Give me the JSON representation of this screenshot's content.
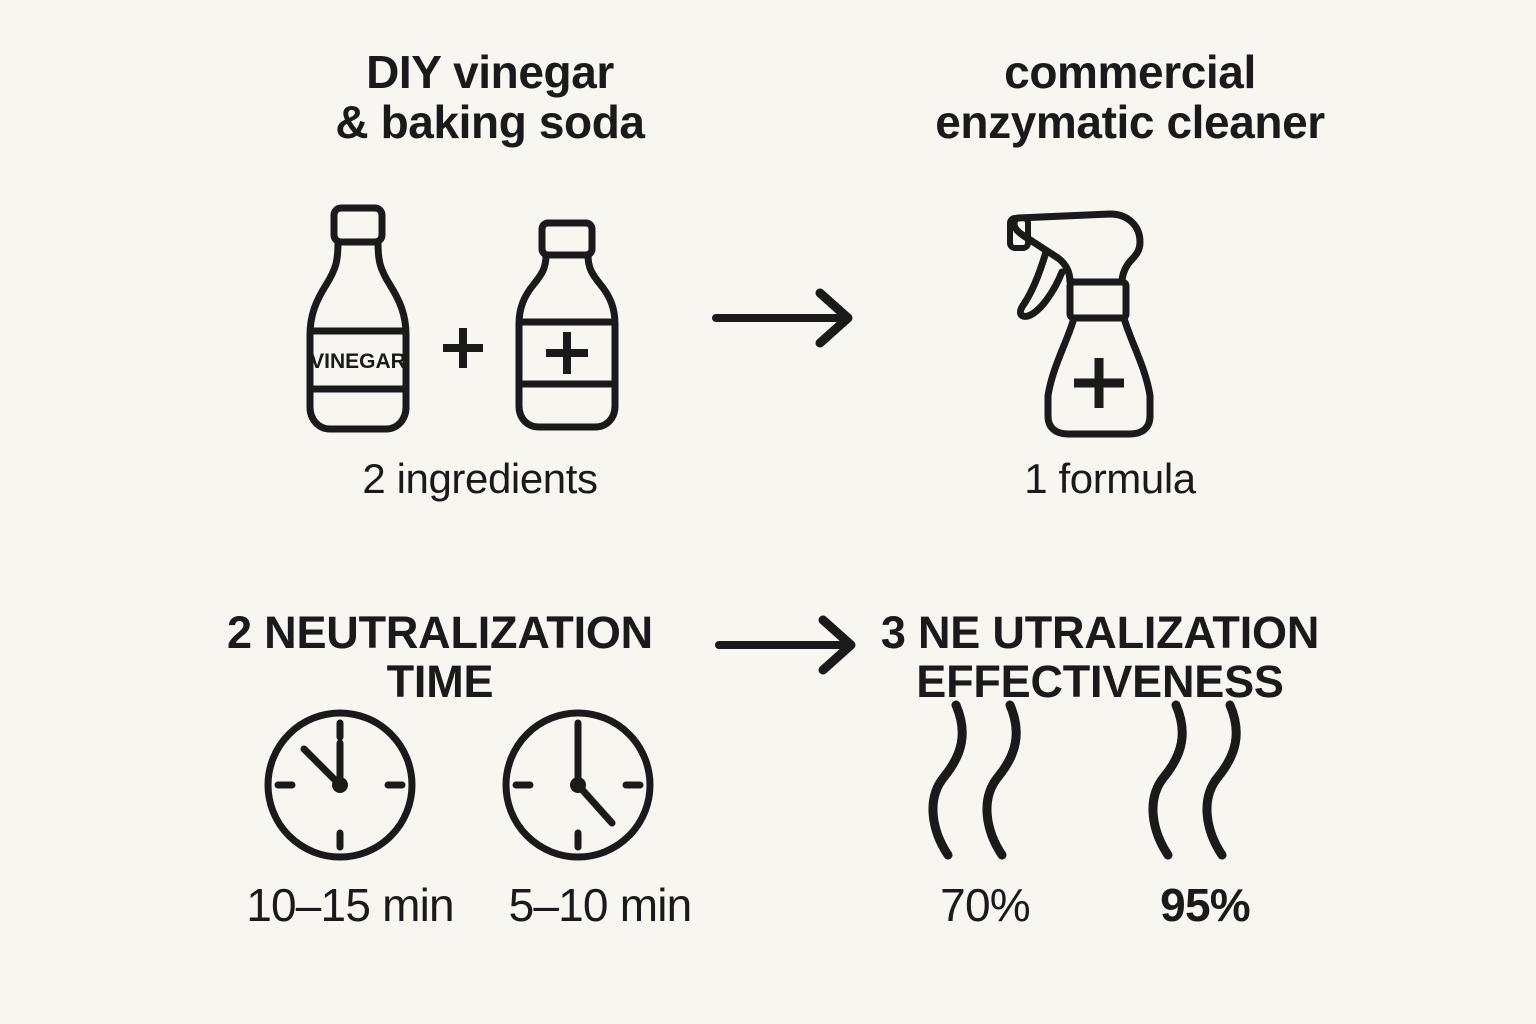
{
  "page": {
    "background_color": "#f7f6f1",
    "ink_color": "#1a1a1a"
  },
  "top_row": {
    "left": {
      "heading": "DIY vinegar\n& baking soda",
      "caption": "2 ingredients",
      "icons": [
        {
          "name": "vinegar-bottle-icon",
          "label": "VINEGAR"
        },
        {
          "name": "plus-sign-icon",
          "label": "+"
        },
        {
          "name": "baking-soda-bottle-icon",
          "label": "+"
        }
      ]
    },
    "arrow": {
      "name": "arrow-right-icon",
      "direction": "right"
    },
    "right": {
      "heading": "commercial\nenzymatic cleaner",
      "caption": "1 formula",
      "icons": [
        {
          "name": "spray-bottle-icon",
          "label": "+"
        }
      ]
    }
  },
  "bottom_row": {
    "left": {
      "step_number": "2",
      "heading": "NEUTRALIZATION\nTIME",
      "metrics": [
        {
          "name": "diy-neutralization-time",
          "value": "10–15 min",
          "emphasis": "regular"
        },
        {
          "name": "commercial-neutralization-time",
          "value": "5–10 min",
          "emphasis": "regular"
        }
      ],
      "icons": [
        {
          "name": "clock-icon",
          "reading": "10:00"
        },
        {
          "name": "clock-icon",
          "reading": "12:22"
        }
      ]
    },
    "arrow": {
      "name": "arrow-right-icon",
      "direction": "right"
    },
    "right": {
      "step_number": "3",
      "heading": "NE UTRALIZATION\nEFFECTIVENESS",
      "metrics": [
        {
          "name": "diy-effectiveness",
          "value": "70%",
          "emphasis": "regular"
        },
        {
          "name": "commercial-effectiveness",
          "value": "95%",
          "emphasis": "bold"
        }
      ],
      "icons": [
        {
          "name": "odor-waves-icon",
          "count": 2
        },
        {
          "name": "odor-waves-icon",
          "count": 2
        }
      ]
    }
  },
  "chart_data": {
    "type": "bar",
    "title": "DIY vinegar & baking soda vs commercial enzymatic cleaner",
    "categories": [
      "DIY vinegar & baking soda",
      "commercial enzymatic cleaner"
    ],
    "series": [
      {
        "name": "Ingredients",
        "values": [
          2,
          1
        ],
        "unit": "count"
      },
      {
        "name": "Neutralization time",
        "values": [
          "10–15 min",
          "5–10 min"
        ],
        "unit": "minutes"
      },
      {
        "name": "Neutralization effectiveness",
        "values": [
          70,
          95
        ],
        "unit": "%"
      }
    ],
    "xlabel": "",
    "ylabel": "",
    "ylim": [
      0,
      100
    ],
    "grid": false,
    "legend": "none"
  }
}
